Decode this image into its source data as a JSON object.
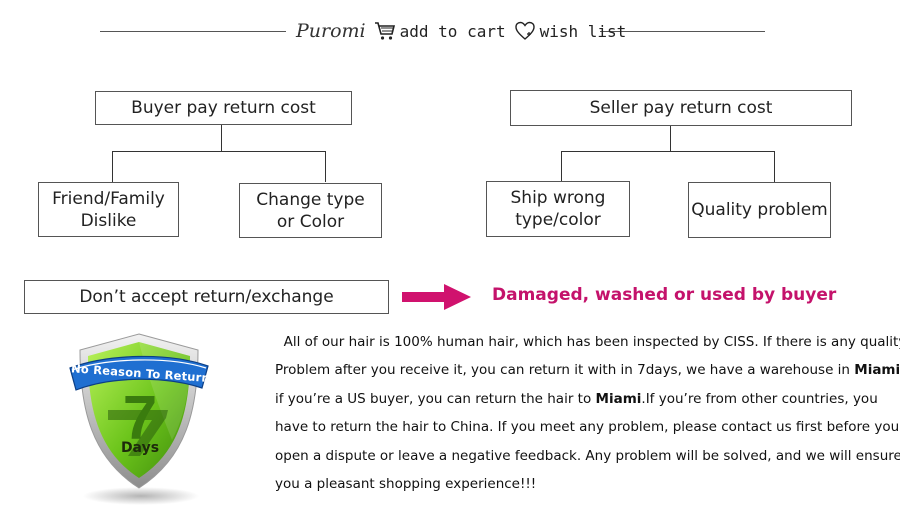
{
  "header": {
    "brand": "Puromi",
    "add_to_cart": "add to cart",
    "wish_list": "wish list"
  },
  "diagram": {
    "left_root": "Buyer pay return cost",
    "left_children": [
      "Friend/Family\nDislike",
      "Change type\nor Color"
    ],
    "right_root": "Seller pay return cost",
    "right_children": [
      "Ship wrong\ntype/color",
      "Quality problem"
    ],
    "no_accept": "Don’t accept return/exchange",
    "damaged": "Damaged, washed or used by buyer"
  },
  "badge": {
    "ribbon": "No Reason To Return",
    "number": "7",
    "days": "Days"
  },
  "policy": {
    "lines": [
      [
        "All of our hair is 100% human hair, which has been inspected by CISS. If there is any quality"
      ],
      [
        "Problem after you receive it, you can return it with in 7days, we have a warehouse in ",
        "Miami"
      ],
      [
        "if you’re a US buyer, you can return the hair to ",
        "Miami",
        ".If you’re from other countries, you"
      ],
      [
        "have to return the hair to China. If you meet any problem, please contact us first before you"
      ],
      [
        "open a dispute or leave a negative feedback. Any problem will be solved, and we will ensure"
      ],
      [
        "you a pleasant shopping experience!!!"
      ]
    ]
  },
  "colors": {
    "accent": "#c4126b",
    "arrow": "#d0126e",
    "shield_green": "#7ed321",
    "ribbon_blue": "#1f6fd1"
  }
}
